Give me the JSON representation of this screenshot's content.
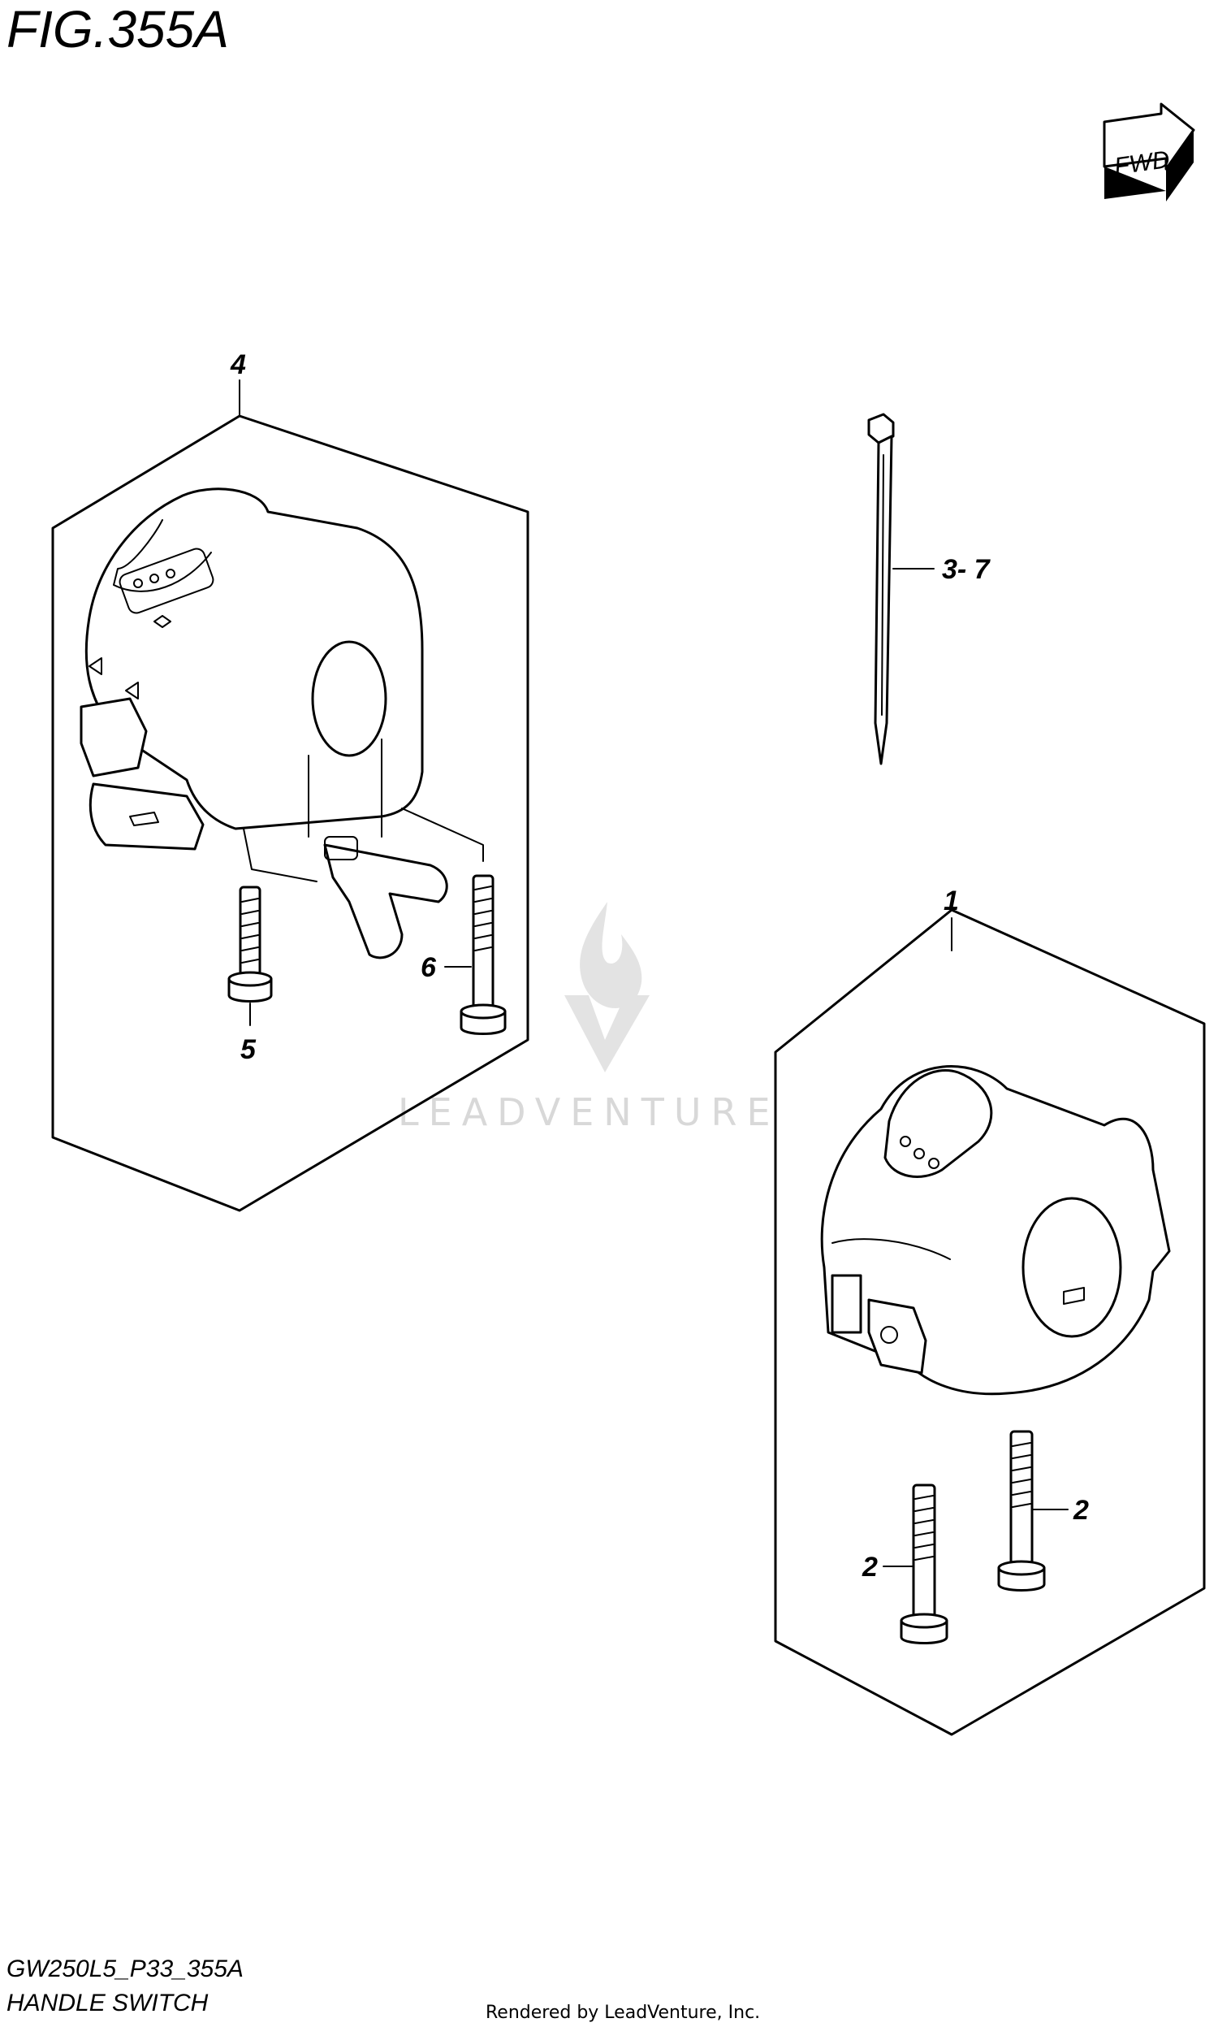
{
  "figure": {
    "title": "FIG.355A",
    "fwd_label": "FWD",
    "model_code": "GW250L5_P33_355A",
    "caption": "HANDLE SWITCH",
    "rendered_by": "Rendered by LeadVenture, Inc.",
    "watermark": "LEADVENTURE"
  },
  "callouts": {
    "left_switch": "4",
    "screw_short": "5",
    "screw_long": "6",
    "cable_tie": "3- 7",
    "right_switch": "1",
    "screw_right_a": "2",
    "screw_right_b": "2"
  },
  "colors": {
    "line": "#000000",
    "background": "#ffffff",
    "watermark": "#d8d8d8"
  }
}
